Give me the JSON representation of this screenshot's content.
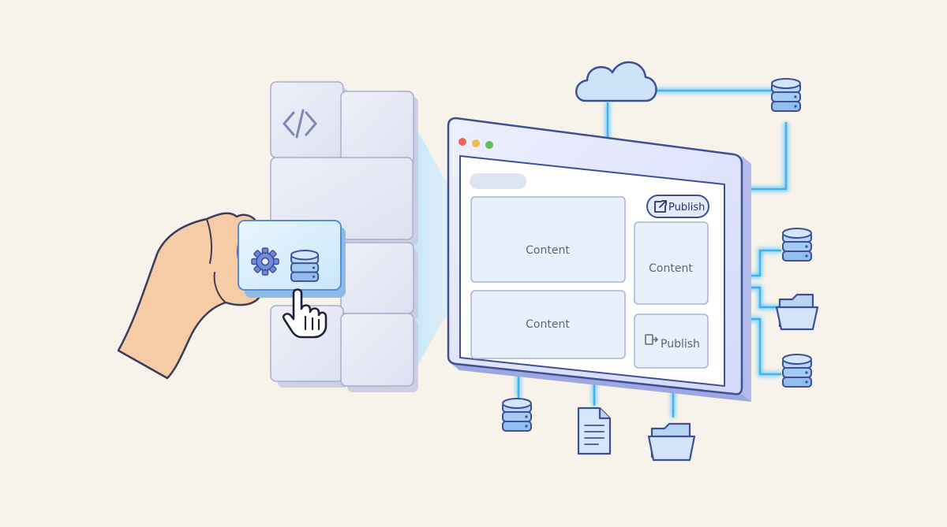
{
  "window": {
    "publish_button_label": "Publish",
    "cards": [
      {
        "label": "Content"
      },
      {
        "label": "Content"
      },
      {
        "label": "Content"
      },
      {
        "label": "Publish"
      }
    ]
  },
  "colors": {
    "background": "#f7f3ea",
    "accent": "#4f6ad6",
    "glow": "#3fb2f2",
    "window_frame": "#dde2fb",
    "traffic_red": "#ec6659",
    "traffic_yellow": "#f2bd4a",
    "traffic_green": "#5fbf58"
  },
  "icons": [
    "code-icon",
    "gear-icon",
    "database-icon",
    "pointer-hand-icon",
    "cloud-icon",
    "document-icon",
    "folder-icon",
    "external-link-icon"
  ]
}
